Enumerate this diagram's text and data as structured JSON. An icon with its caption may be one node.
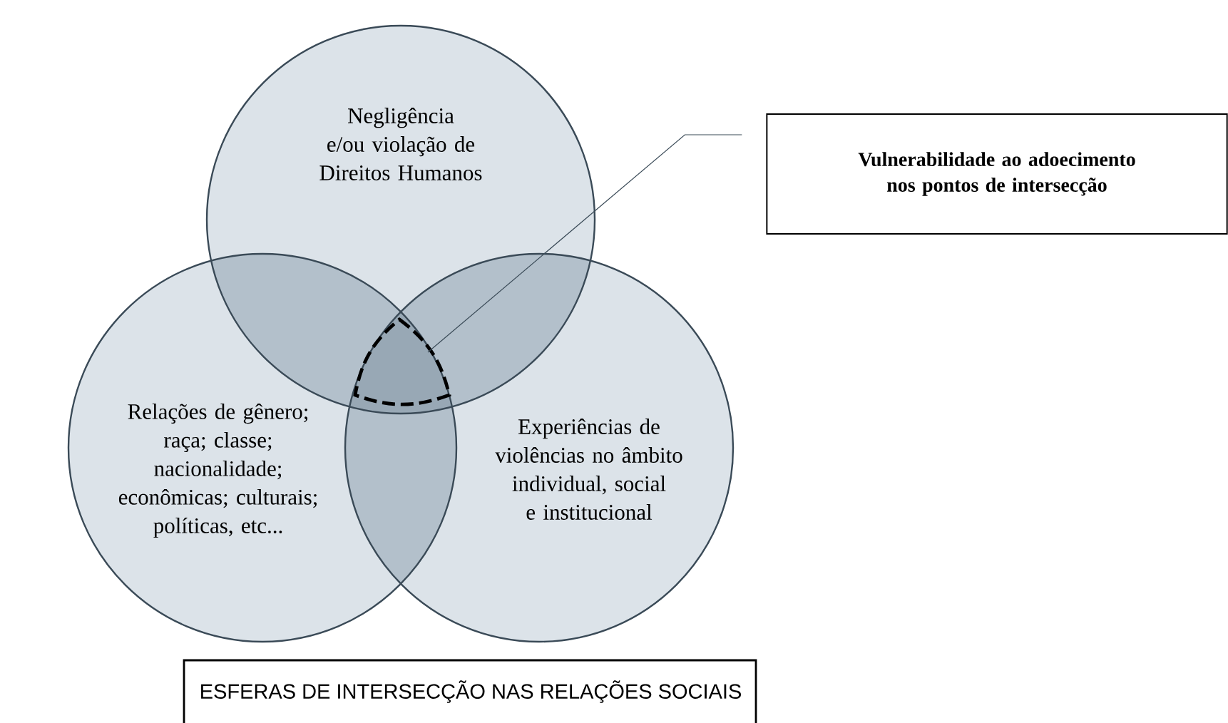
{
  "diagram": {
    "title": "ESFERAS DE INTERSECÇÃO NAS RELAÇÕES SOCIAIS",
    "nodes": [
      {
        "text": [
          "Negligência e/ou violação de Direitos Humanos"
        ]
      },
      {
        "text": [
          "Relações de gênero; raça; classe; nacionalidade; econômicas; culturais; políticas, etc..."
        ]
      },
      {
        "text": [
          "Experiências de violências no âmbito individual, social e institucional"
        ]
      },
      {
        "text": [
          "**Vulnerabilidade ao adoecimento nos pontos de intersecção**"
        ]
      },
      {
        "text": [],
        "shape": "triangle"
      }
    ],
    "edges": [
      {
        "from": 3,
        "to": 4,
        "arrow": "none"
      }
    ]
  }
}
